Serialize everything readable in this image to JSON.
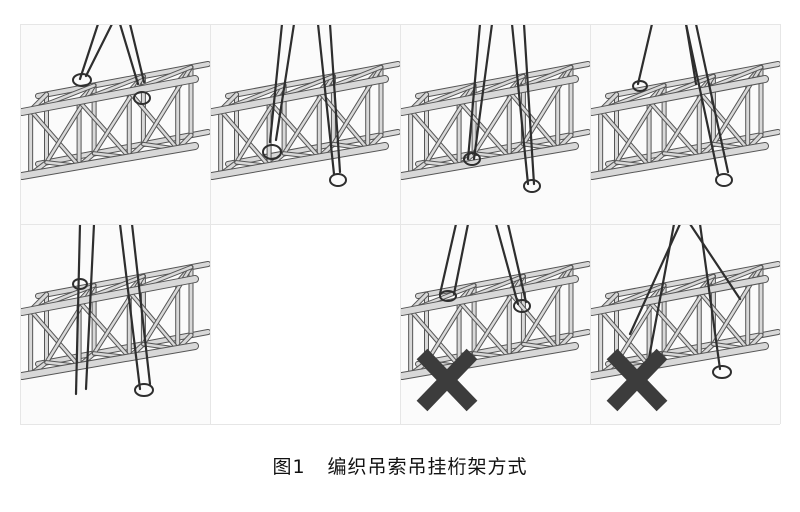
{
  "figure": {
    "caption_label": "图1",
    "caption_text": "编织吊索吊挂桁架方式",
    "panels": [
      {
        "id": "p1",
        "status": "correct"
      },
      {
        "id": "p2",
        "status": "correct"
      },
      {
        "id": "p3",
        "status": "correct"
      },
      {
        "id": "p4",
        "status": "correct"
      },
      {
        "id": "p5",
        "status": "correct"
      },
      {
        "id": "p6",
        "status": "empty"
      },
      {
        "id": "p7",
        "status": "incorrect"
      },
      {
        "id": "p8",
        "status": "incorrect"
      }
    ],
    "colors": {
      "truss": "#7a7a7a",
      "sling": "#2e2e2e",
      "cross": "#3c3c3c"
    }
  }
}
